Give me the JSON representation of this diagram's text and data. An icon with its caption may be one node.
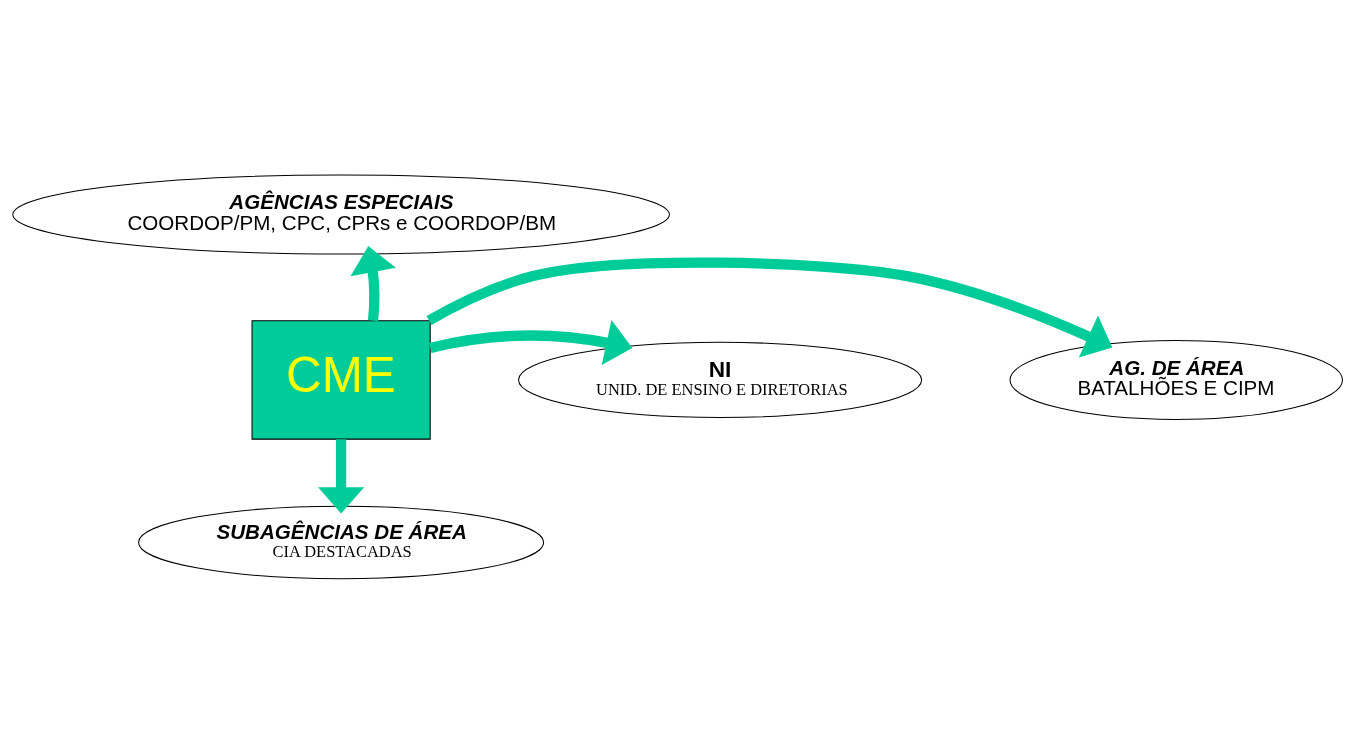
{
  "diagram": {
    "nodes": [
      {
        "text": [
          "AGÊNCIAS ESPECIAIS",
          "COORDOP/PM, CPC, CPRs e COORDOP/BM"
        ]
      },
      {
        "text": [
          "AG. DE ÁREA",
          "BATALHÕES E CIPM"
        ]
      },
      {
        "text": [
          "CME"
        ]
      },
      {
        "text": [
          "NI",
          "UNID. DE ENSINO E DIRETORIAS"
        ]
      },
      {
        "text": [
          "SUBAGÊNCIAS DE ÁREA",
          "CIA DESTACADAS"
        ]
      }
    ],
    "edges": [
      {
        "from": 2,
        "to": 0,
        "arrow": "to"
      },
      {
        "from": 2,
        "to": 1,
        "arrow": "to"
      },
      {
        "from": 2,
        "to": 3,
        "arrow": "to"
      },
      {
        "from": 2,
        "to": 4,
        "arrow": "to"
      }
    ]
  }
}
